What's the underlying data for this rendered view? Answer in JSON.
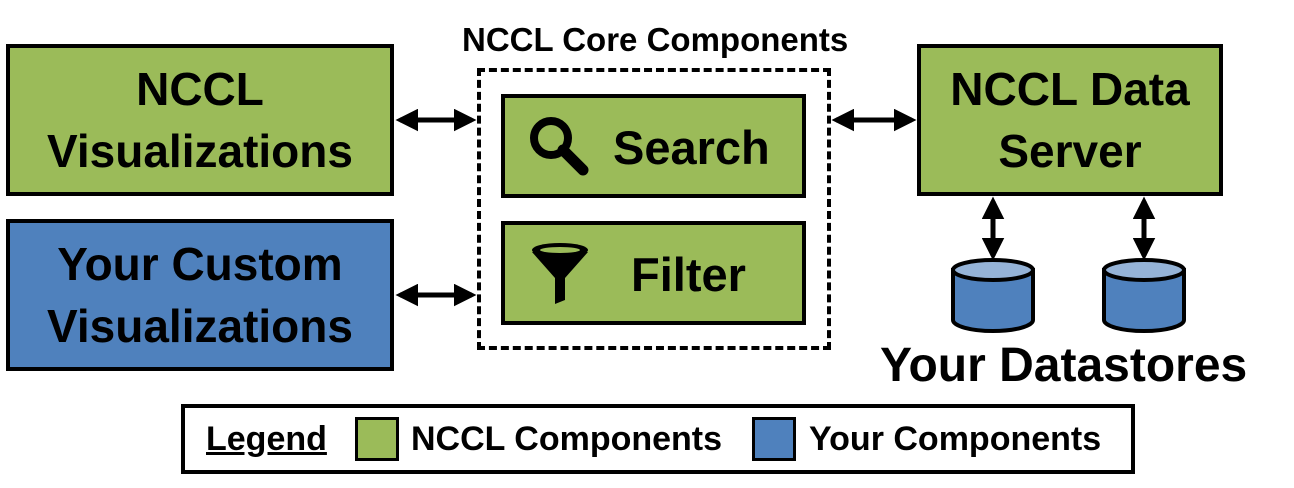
{
  "core": {
    "title": "NCCL Core Components",
    "search_label": "Search",
    "filter_label": "Filter"
  },
  "left": {
    "nccl_viz": [
      "NCCL",
      "Visualizations"
    ],
    "custom_viz": [
      "Your Custom",
      "Visualizations"
    ]
  },
  "right": {
    "data_server": [
      "NCCL Data",
      "Server"
    ],
    "datastores_label": "Your Datastores"
  },
  "legend": {
    "title": "Legend",
    "items": [
      {
        "label": "NCCL Components",
        "color": "#9bbb59"
      },
      {
        "label": "Your Components",
        "color": "#4f81bd"
      }
    ]
  },
  "colors": {
    "nccl_green": "#9bbb59",
    "custom_blue": "#4f81bd"
  },
  "icons": {
    "search": "magnifier-icon",
    "filter": "funnel-icon",
    "datastore": "database-cylinder-icon"
  }
}
